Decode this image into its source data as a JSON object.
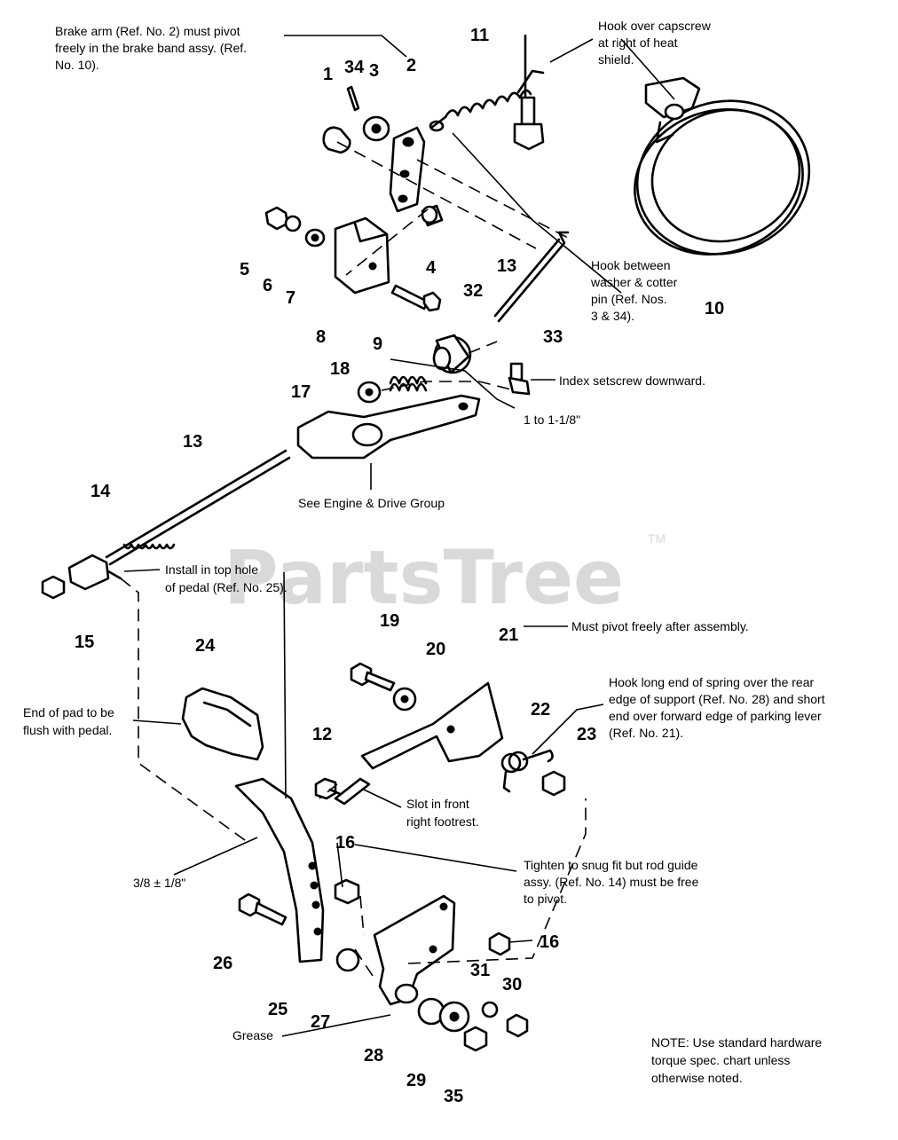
{
  "watermark": {
    "text": "PartsTree",
    "tm": "TM"
  },
  "callouts": [
    {
      "id": "c1",
      "text": "1"
    },
    {
      "id": "c2",
      "text": "2"
    },
    {
      "id": "c3",
      "text": "3"
    },
    {
      "id": "c4",
      "text": "4"
    },
    {
      "id": "c5",
      "text": "5"
    },
    {
      "id": "c6",
      "text": "6"
    },
    {
      "id": "c7",
      "text": "7"
    },
    {
      "id": "c8",
      "text": "8"
    },
    {
      "id": "c9",
      "text": "9"
    },
    {
      "id": "c10",
      "text": "10"
    },
    {
      "id": "c11",
      "text": "11"
    },
    {
      "id": "c12",
      "text": "12"
    },
    {
      "id": "c13a",
      "text": "13"
    },
    {
      "id": "c13b",
      "text": "13"
    },
    {
      "id": "c14",
      "text": "14"
    },
    {
      "id": "c15",
      "text": "15"
    },
    {
      "id": "c16a",
      "text": "16"
    },
    {
      "id": "c16b",
      "text": "16"
    },
    {
      "id": "c17",
      "text": "17"
    },
    {
      "id": "c18",
      "text": "18"
    },
    {
      "id": "c19",
      "text": "19"
    },
    {
      "id": "c20",
      "text": "20"
    },
    {
      "id": "c21",
      "text": "21"
    },
    {
      "id": "c22",
      "text": "22"
    },
    {
      "id": "c23",
      "text": "23"
    },
    {
      "id": "c24",
      "text": "24"
    },
    {
      "id": "c25",
      "text": "25"
    },
    {
      "id": "c26",
      "text": "26"
    },
    {
      "id": "c27",
      "text": "27"
    },
    {
      "id": "c28",
      "text": "28"
    },
    {
      "id": "c29",
      "text": "29"
    },
    {
      "id": "c30",
      "text": "30"
    },
    {
      "id": "c31",
      "text": "31"
    },
    {
      "id": "c32",
      "text": "32"
    },
    {
      "id": "c33",
      "text": "33"
    },
    {
      "id": "c34",
      "text": "34"
    },
    {
      "id": "c35",
      "text": "35"
    }
  ],
  "notes": {
    "brake_arm": [
      "Brake arm (Ref. No. 2) must pivot",
      "freely in the brake band assy. (Ref.",
      "No. 10)."
    ],
    "hook_capscrew": [
      "Hook over capscrew",
      "at right of heat",
      "shield."
    ],
    "hook_between": [
      "Hook between",
      "washer & cotter",
      "pin (Ref. Nos.",
      "3 & 34)."
    ],
    "index_setscrew": "Index setscrew downward.",
    "distance": "1 to 1-1/8\"",
    "engine_drive": "See Engine & Drive Group",
    "install_top_hole": [
      "Install in top hole",
      "of pedal (Ref. No. 25)."
    ],
    "pivot_freely": "Must pivot freely after assembly.",
    "hook_long_end": [
      "Hook long end of spring over the rear",
      "edge of support (Ref. No. 28) and short",
      "end over forward edge of parking lever",
      "(Ref. No. 21)."
    ],
    "end_of_pad": [
      "End of pad to be",
      "flush with pedal."
    ],
    "slot": [
      "Slot in front",
      "right footrest."
    ],
    "pedal_gap": "3/8 ± 1/8\"",
    "tighten": [
      "Tighten to snug fit but rod guide",
      "assy. (Ref. No. 14) must be free",
      "to pivot."
    ],
    "grease": "Grease",
    "footnote": [
      "NOTE: Use standard hardware",
      "torque spec. chart unless",
      "otherwise noted."
    ]
  }
}
